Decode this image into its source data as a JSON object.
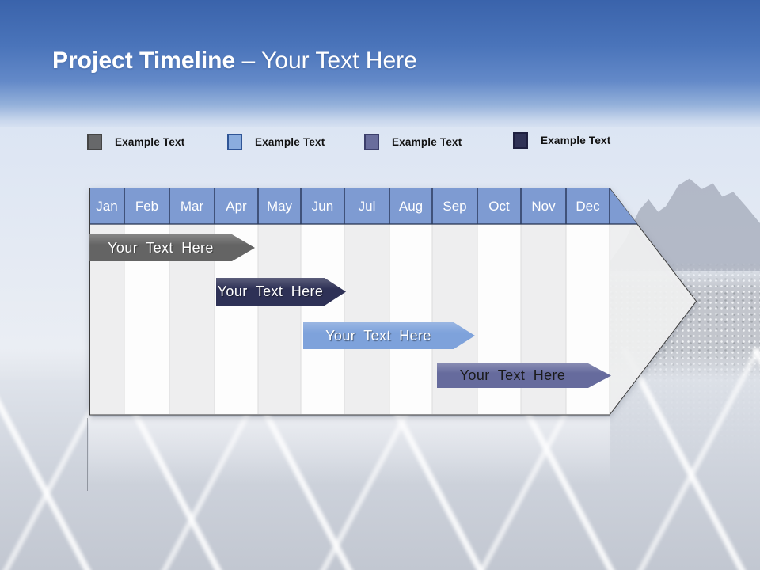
{
  "title": {
    "bold": "Project Timeline",
    "rest": "– Your Text Here"
  },
  "legend": {
    "items": [
      {
        "label": "Example Text",
        "color": "#67686a",
        "border": "#454545"
      },
      {
        "label": "Example Text",
        "color": "#8badde",
        "border": "#2f5596"
      },
      {
        "label": "Example Text",
        "color": "#696d9c",
        "border": "#3c3f6b"
      },
      {
        "label": "Example Text",
        "color": "#2f3256",
        "border": "#1e2040"
      }
    ]
  },
  "timeline": {
    "months": [
      "Jan",
      "Feb",
      "Mar",
      "Apr",
      "May",
      "Jun",
      "Jul",
      "Aug",
      "Sep",
      "Oct",
      "Nov",
      "Dec"
    ],
    "header_color": "#7e9bd2",
    "bars": [
      {
        "label": "Your Text Here",
        "color": "#646464",
        "text_color": "#ffffff"
      },
      {
        "label": "Your Text Here",
        "color": "#2e3156",
        "text_color": "#ffffff"
      },
      {
        "label": "Your Text Here",
        "color": "#7ea2db",
        "text_color": "#ffffff"
      },
      {
        "label": "Your Text Here",
        "color": "#666b9d",
        "text_color": "#1a1a1a"
      }
    ]
  }
}
